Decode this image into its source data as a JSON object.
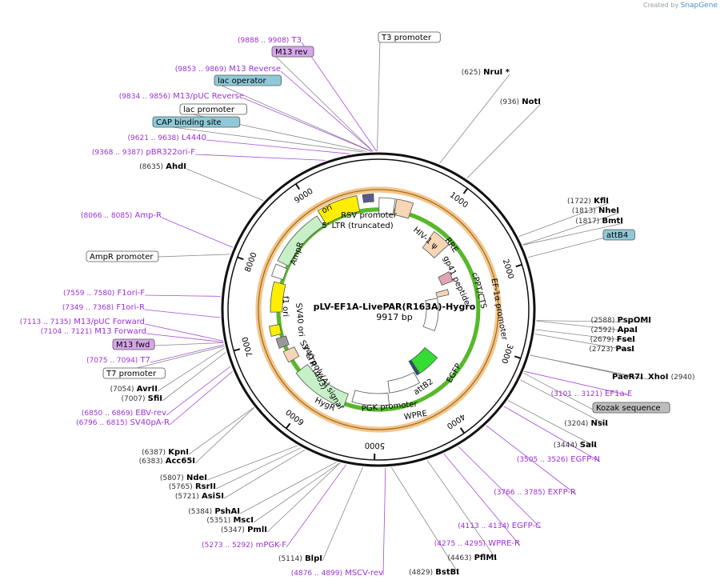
{
  "credit": {
    "prefix": "Created by",
    "brand": "SnapGene"
  },
  "plasmid": {
    "name": "pLV-EF1A-LivePAR(R163A)-Hygro",
    "length": "9917 bp"
  },
  "ticks": [
    "1000",
    "2000",
    "3000",
    "4000",
    "5000",
    "6000",
    "7000",
    "8000",
    "9000"
  ],
  "labels": [
    {
      "name": "T3",
      "range": "(9888 .. 9908)",
      "kind": "primer"
    },
    {
      "name": "T3 promoter",
      "range": "",
      "kind": "box-white"
    },
    {
      "name": "M13 rev",
      "range": "",
      "kind": "box-purple"
    },
    {
      "name": "M13 Reverse",
      "range": "(9853 .. 9869)",
      "kind": "primer"
    },
    {
      "name": "lac operator",
      "range": "",
      "kind": "box-blue"
    },
    {
      "name": "M13/pUC Reverse",
      "range": "(9834 .. 9856)",
      "kind": "primer"
    },
    {
      "name": "lac promoter",
      "range": "",
      "kind": "box-white"
    },
    {
      "name": "CAP binding site",
      "range": "",
      "kind": "box-blue"
    },
    {
      "name": "L4440",
      "range": "(9621 .. 9638)",
      "kind": "primer"
    },
    {
      "name": "pBR322ori-F",
      "range": "(9368 .. 9387)",
      "kind": "primer"
    },
    {
      "name": "AhdI",
      "range": "(8635)",
      "kind": "enzyme"
    },
    {
      "name": "Amp-R",
      "range": "(8066 .. 8085)",
      "kind": "primer"
    },
    {
      "name": "AmpR promoter",
      "range": "",
      "kind": "box-white"
    },
    {
      "name": "F1ori-F",
      "range": "(7559 .. 7580)",
      "kind": "primer"
    },
    {
      "name": "F1ori-R",
      "range": "(7349 .. 7368)",
      "kind": "primer"
    },
    {
      "name": "M13/pUC Forward",
      "range": "(7113 .. 7135)",
      "kind": "primer"
    },
    {
      "name": "M13 Forward",
      "range": "(7104 .. 7121)",
      "kind": "primer"
    },
    {
      "name": "M13 fwd",
      "range": "",
      "kind": "box-purple"
    },
    {
      "name": "T7",
      "range": "(7075 .. 7094)",
      "kind": "primer"
    },
    {
      "name": "T7 promoter",
      "range": "",
      "kind": "box-white"
    },
    {
      "name": "AvrII",
      "range": "(7054)",
      "kind": "enzyme"
    },
    {
      "name": "SfiI",
      "range": "(7007)",
      "kind": "enzyme"
    },
    {
      "name": "EBV-rev",
      "range": "(6850 .. 6869)",
      "kind": "primer"
    },
    {
      "name": "SV40pA-R",
      "range": "(6796 .. 6815)",
      "kind": "primer"
    },
    {
      "name": "KpnI",
      "range": "(6387)",
      "kind": "enzyme"
    },
    {
      "name": "Acc65I",
      "range": "(6383)",
      "kind": "enzyme"
    },
    {
      "name": "NdeI",
      "range": "(5807)",
      "kind": "enzyme"
    },
    {
      "name": "RsrII",
      "range": "(5765)",
      "kind": "enzyme"
    },
    {
      "name": "AsiSI",
      "range": "(5721)",
      "kind": "enzyme"
    },
    {
      "name": "PshAI",
      "range": "(5384)",
      "kind": "enzyme"
    },
    {
      "name": "MscI",
      "range": "(5351)",
      "kind": "enzyme"
    },
    {
      "name": "PmlI",
      "range": "(5347)",
      "kind": "enzyme"
    },
    {
      "name": "mPGK-F",
      "range": "(5273 .. 5292)",
      "kind": "primer"
    },
    {
      "name": "BlpI",
      "range": "(5114)",
      "kind": "enzyme"
    },
    {
      "name": "MSCV-rev",
      "range": "(4876 .. 4899)",
      "kind": "primer"
    },
    {
      "name": "BstBI",
      "range": "(4829)",
      "kind": "enzyme"
    },
    {
      "name": "PflMI",
      "range": "(4463)",
      "kind": "enzyme"
    },
    {
      "name": "WPRE-R",
      "range": "(4275 .. 4295)",
      "kind": "primer"
    },
    {
      "name": "EGFP-C",
      "range": "(4113 .. 4134)",
      "kind": "primer"
    },
    {
      "name": "EXFP-R",
      "range": "(3766 .. 3785)",
      "kind": "primer"
    },
    {
      "name": "EGFP-N",
      "range": "(3505 .. 3526)",
      "kind": "primer"
    },
    {
      "name": "SalI",
      "range": "(3444)",
      "kind": "enzyme"
    },
    {
      "name": "NsiI",
      "range": "(3204)",
      "kind": "enzyme"
    },
    {
      "name": "Kozak sequence",
      "range": "",
      "kind": "box-gray"
    },
    {
      "name": "EF1a-F",
      "range": "(3101 .. 3121)",
      "kind": "primer"
    },
    {
      "name": "PaeR7I",
      "range": "",
      "kind": "enzyme"
    },
    {
      "name": "XhoI",
      "range": "(2940)",
      "kind": "enzyme"
    },
    {
      "name": "PasI",
      "range": "(2723)",
      "kind": "enzyme"
    },
    {
      "name": "FseI",
      "range": "(2679)",
      "kind": "enzyme"
    },
    {
      "name": "ApaI",
      "range": "(2592)",
      "kind": "enzyme"
    },
    {
      "name": "PspOMI",
      "range": "(2588)",
      "kind": "enzyme"
    },
    {
      "name": "attB4",
      "range": "",
      "kind": "box-blue"
    },
    {
      "name": "BmtI",
      "range": "(1817)",
      "kind": "enzyme"
    },
    {
      "name": "NheI",
      "range": "(1813)",
      "kind": "enzyme"
    },
    {
      "name": "KflI",
      "range": "(1722)",
      "kind": "enzyme"
    },
    {
      "name": "NotI",
      "range": "(936)",
      "kind": "enzyme"
    },
    {
      "name": "NruI *",
      "range": "(625)",
      "kind": "enzyme"
    }
  ],
  "features": [
    {
      "name": "RSV promoter"
    },
    {
      "name": "5' LTR (truncated)"
    },
    {
      "name": "HIV-1 ψ"
    },
    {
      "name": "RRE"
    },
    {
      "name": "gp41 peptide"
    },
    {
      "name": "cPPT/CTS"
    },
    {
      "name": "EF-1α promoter"
    },
    {
      "name": "EGFP"
    },
    {
      "name": "attB2"
    },
    {
      "name": "WPRE"
    },
    {
      "name": "PGK promoter"
    },
    {
      "name": "HygR"
    },
    {
      "name": "SV40 poly(A) signal"
    },
    {
      "name": "3' LTR (ΔU3)"
    },
    {
      "name": "SV40 ori"
    },
    {
      "name": "f1 ori"
    },
    {
      "name": "AmpR"
    },
    {
      "name": "ori"
    }
  ],
  "colors": {
    "primer": "#9b30d9",
    "enzyme": "#000000",
    "box_blue": "#8fc9d8",
    "box_purple": "#d7a6ea",
    "box_gray": "#bdbdbd",
    "orf_orange": "#f4c58a",
    "orf_green": "#c8f0c8",
    "egfp": "#33dd33",
    "ori_yellow": "#ffee00",
    "tan": "#f7d6b5"
  }
}
